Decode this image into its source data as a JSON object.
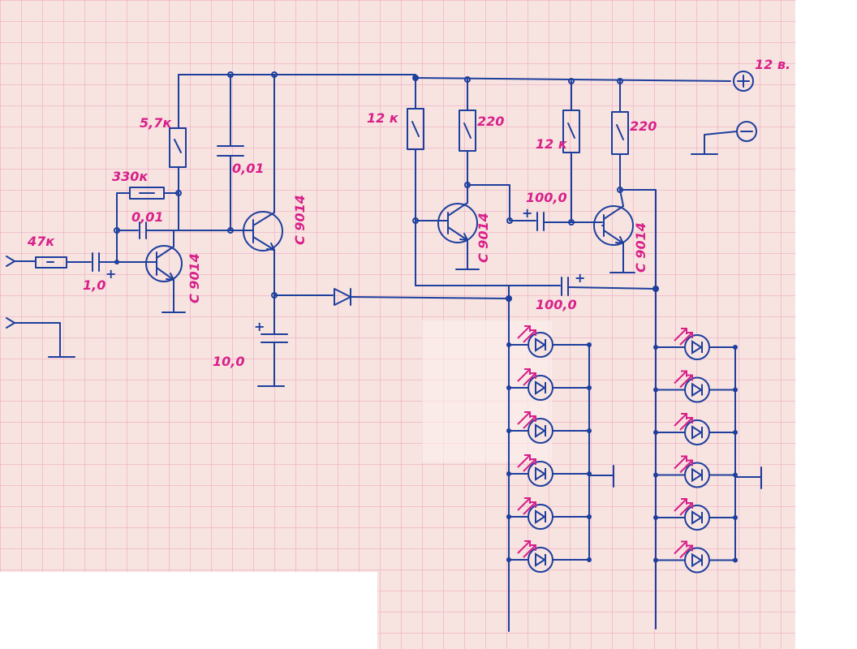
{
  "colors": {
    "paper": "#f7e3df",
    "grid": "#ec9fbd",
    "ink": "#1d3f9e",
    "annotation": "#d8208a"
  },
  "labels": {
    "supply": "12 в.",
    "r_input": "47к",
    "c_input": "1,0",
    "r_bias": "330к",
    "r_collector": "5,7к",
    "c_decouple_1": "0,01",
    "c_feedback": "0,01",
    "t1": "C 9014",
    "t2": "C 9014",
    "c_filter": "10,0",
    "r_base_left": "12 к",
    "r_coll_left": "220",
    "t3": "C 9014",
    "c_cross_top": "100,0",
    "r_base_right": "12 к",
    "r_coll_right": "220",
    "t4": "C 9014",
    "c_cross_bottom": "100,0"
  },
  "symbols": {
    "plus_terminal": "⊕",
    "minus_terminal": "⊖",
    "polarity": "+",
    "resistor": "resistor-icon",
    "capacitor": "capacitor-icon",
    "transistor": "npn-transistor-icon",
    "diode": "diode-icon",
    "led": "led-icon",
    "ground": "ground-icon"
  },
  "led_columns": [
    {
      "name": "left",
      "count": 6
    },
    {
      "name": "right",
      "count": 6
    }
  ]
}
